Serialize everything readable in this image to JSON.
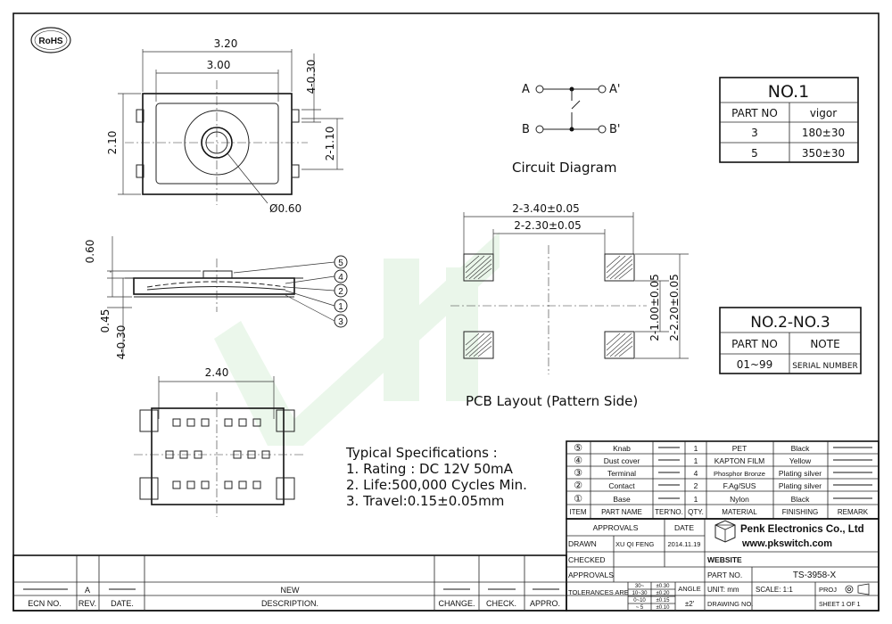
{
  "rohs": "RoHS",
  "top_view": {
    "w_outer": "3.20",
    "w_inner": "3.00",
    "tab": "4-0.30",
    "height": "2.10",
    "terminal": "2-1.10",
    "hole": "Ø0.60"
  },
  "side_view": {
    "h_total": "0.60",
    "h_body": "0.45",
    "pin": "4-0.30",
    "callouts": [
      "5",
      "4",
      "2",
      "1",
      "3"
    ]
  },
  "bottom_view": {
    "width": "2.40"
  },
  "circuit": {
    "title": "Circuit Diagram",
    "a": "A",
    "a2": "A'",
    "b": "B",
    "b2": "B'"
  },
  "table1": {
    "title": "NO.1",
    "headers": [
      "PART NO",
      "vigor"
    ],
    "rows": [
      [
        "3",
        "180±30"
      ],
      [
        "5",
        "350±30"
      ]
    ]
  },
  "table2": {
    "title": "NO.2-NO.3",
    "headers": [
      "PART NO",
      "NOTE"
    ],
    "rows": [
      [
        "01~99",
        "SERIAL NUMBER"
      ]
    ]
  },
  "pcb": {
    "title": "PCB Layout (Pattern Side)",
    "d_outer": "2-3.40±0.05",
    "d_inner": "2-2.30±0.05",
    "v_inner": "2-1.00±0.05",
    "v_outer": "2-2.20±0.05"
  },
  "specs": {
    "title": "Typical Specifications :",
    "lines": [
      "1. Rating : DC 12V 50mA",
      "2. Life:500,000 Cycles Min.",
      "3. Travel:0.15±0.05mm"
    ]
  },
  "bom": {
    "rows": [
      {
        "no": "⑤",
        "name": "Knab",
        "qty": "1",
        "material": "PET",
        "finishing": "Black"
      },
      {
        "no": "④",
        "name": "Dust cover",
        "qty": "1",
        "material": "KAPTON FILM",
        "finishing": "Yellow"
      },
      {
        "no": "③",
        "name": "Terminal",
        "qty": "4",
        "material": "Phosphor Bronze",
        "finishing": "Plating silver"
      },
      {
        "no": "②",
        "name": "Contact",
        "qty": "2",
        "material": "F.Ag/SUS",
        "finishing": "Plating silver"
      },
      {
        "no": "①",
        "name": "Base",
        "qty": "1",
        "material": "Nylon",
        "finishing": "Black"
      }
    ],
    "headers": [
      "ITEM",
      "PART NAME",
      "TER'NO.",
      "QTY.",
      "MATERIAL",
      "FINISHING",
      "REMARK"
    ]
  },
  "titleblock": {
    "approvals": "APPROVALS",
    "date": "DATE",
    "drawn": "DRAWN",
    "drawn_by": "XU QI FENG",
    "drawn_date": "2014.11.19",
    "checked": "CHECKED",
    "approvals2": "APPROVALS",
    "company": "Penk Electronics Co., Ltd",
    "url": "www.pkswitch.com",
    "website": "WEBSITE",
    "part_no_label": "PART NO.",
    "part_no": "TS-3958-X",
    "tolerances": "TOLERANCES ARE",
    "tol_ranges": [
      "30~",
      "10~30",
      "0~10",
      "~ 5"
    ],
    "tol_values": [
      "±0.30",
      "±0.20",
      "±0.15",
      "±0.10"
    ],
    "angle": "ANGLE",
    "angle_val": "±2'",
    "unit": "UNIT: mm",
    "scale": "SCALE: 1:1",
    "proj": "PROJ",
    "drawing_no": "DRAWING NO.",
    "sheet": "SHEET 1 OF 1"
  },
  "revision": {
    "rev": "A",
    "new": "NEW",
    "headers": [
      "ECN NO.",
      "REV.",
      "DATE.",
      "DESCRIPTION.",
      "CHANGE.",
      "CHECK.",
      "APPRO."
    ]
  }
}
